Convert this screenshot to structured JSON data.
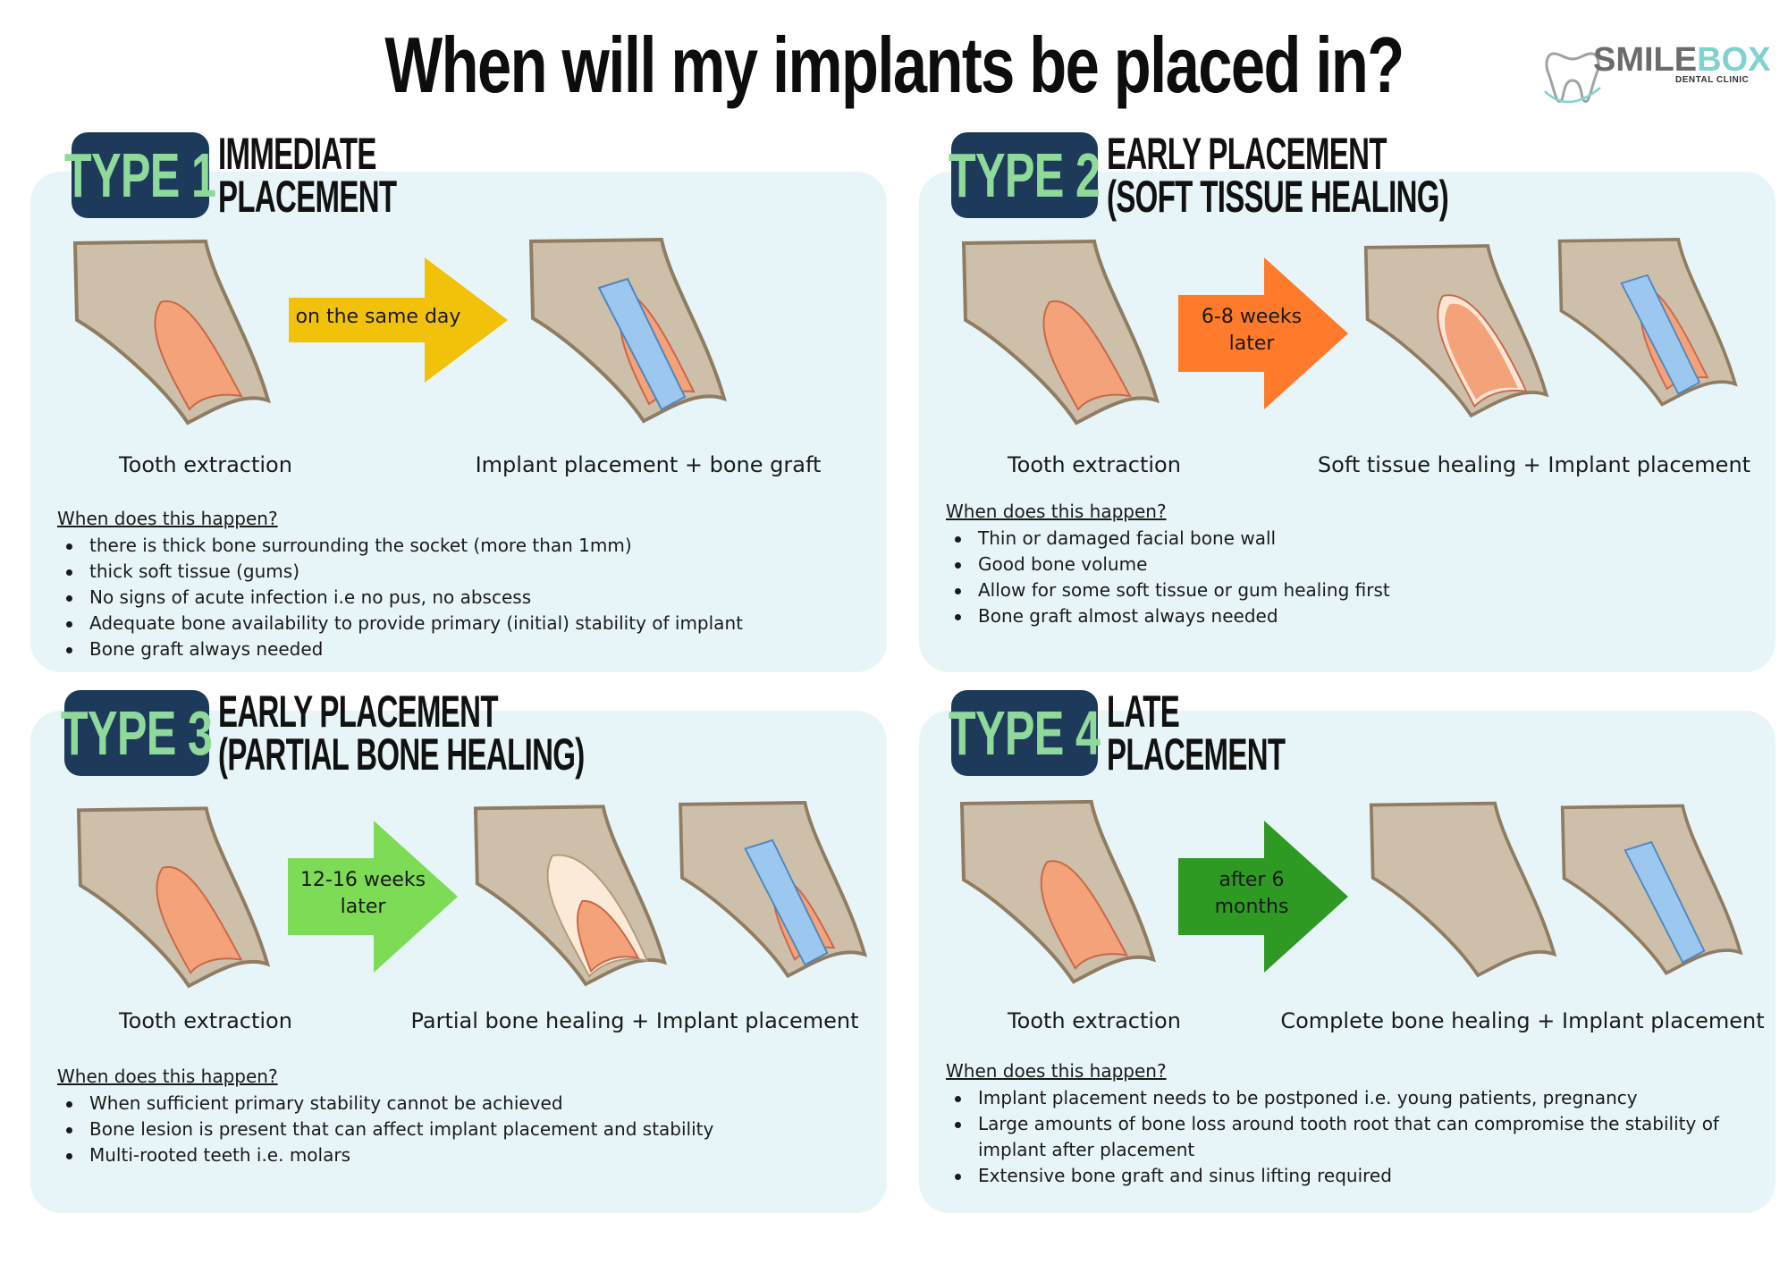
{
  "title": "When will my implants be placed in?",
  "logo": {
    "name_part1": "SMILE",
    "name_part2": "BOX",
    "subtitle": "DENTAL CLINIC"
  },
  "types": [
    {
      "badge": "TYPE 1",
      "heading_line1": "IMMEDIATE",
      "heading_line2": "PLACEMENT",
      "arrow_label_line1": "on the same day",
      "arrow_label_line2": "",
      "arrow_color": "#f2c10a",
      "caption_left": "Tooth extraction",
      "caption_right": "Implant placement + bone graft",
      "when_heading": "When does this happen?",
      "bullets": [
        "there is thick bone surrounding the socket (more than 1mm)",
        "thick soft tissue (gums)",
        "No signs of acute infection i.e no pus, no abscess",
        "Adequate bone availability to provide primary (initial) stability of implant",
        "Bone graft always needed"
      ]
    },
    {
      "badge": "TYPE 2",
      "heading_line1": "EARLY PLACEMENT",
      "heading_line2": "(SOFT TISSUE HEALING)",
      "arrow_label_line1": "6-8 weeks",
      "arrow_label_line2": "later",
      "arrow_color": "#ff7a2a",
      "caption_left": "Tooth extraction",
      "caption_right": "Soft tissue healing + Implant placement",
      "when_heading": "When does this happen?",
      "bullets": [
        "Thin or damaged facial bone wall",
        "Good bone volume",
        "Allow for some soft tissue or gum healing first",
        "Bone graft almost always needed"
      ]
    },
    {
      "badge": "TYPE 3",
      "heading_line1": "EARLY PLACEMENT",
      "heading_line2": "(PARTIAL BONE HEALING)",
      "arrow_label_line1": "12-16 weeks",
      "arrow_label_line2": "later",
      "arrow_color": "#7ddb55",
      "caption_left": "Tooth extraction",
      "caption_right": "Partial bone healing + Implant placement",
      "when_heading": "When does this happen?",
      "bullets": [
        "When sufficient primary stability cannot be achieved",
        "Bone lesion is present that can affect implant placement and stability",
        "Multi-rooted teeth i.e. molars"
      ]
    },
    {
      "badge": "TYPE 4",
      "heading_line1": "LATE",
      "heading_line2": "PLACEMENT",
      "arrow_label_line1": "after 6",
      "arrow_label_line2": "months",
      "arrow_color": "#2e9a24",
      "caption_left": "Tooth extraction",
      "caption_right": "Complete bone healing + Implant placement",
      "when_heading": "When does this happen?",
      "bullets": [
        "Implant placement needs to be postponed i.e. young patients, pregnancy",
        "Large amounts of bone loss around tooth root that can compromise the stability of implant after placement",
        "Extensive bone graft and sinus lifting required"
      ]
    }
  ],
  "colors": {
    "panel_bg": "#e8f5f8",
    "badge_bg": "#1e3a5a",
    "badge_text": "#8fd99a",
    "bone": "#cdbfa9",
    "socket": "#f4a27a",
    "implant": "#9cc8ef"
  }
}
